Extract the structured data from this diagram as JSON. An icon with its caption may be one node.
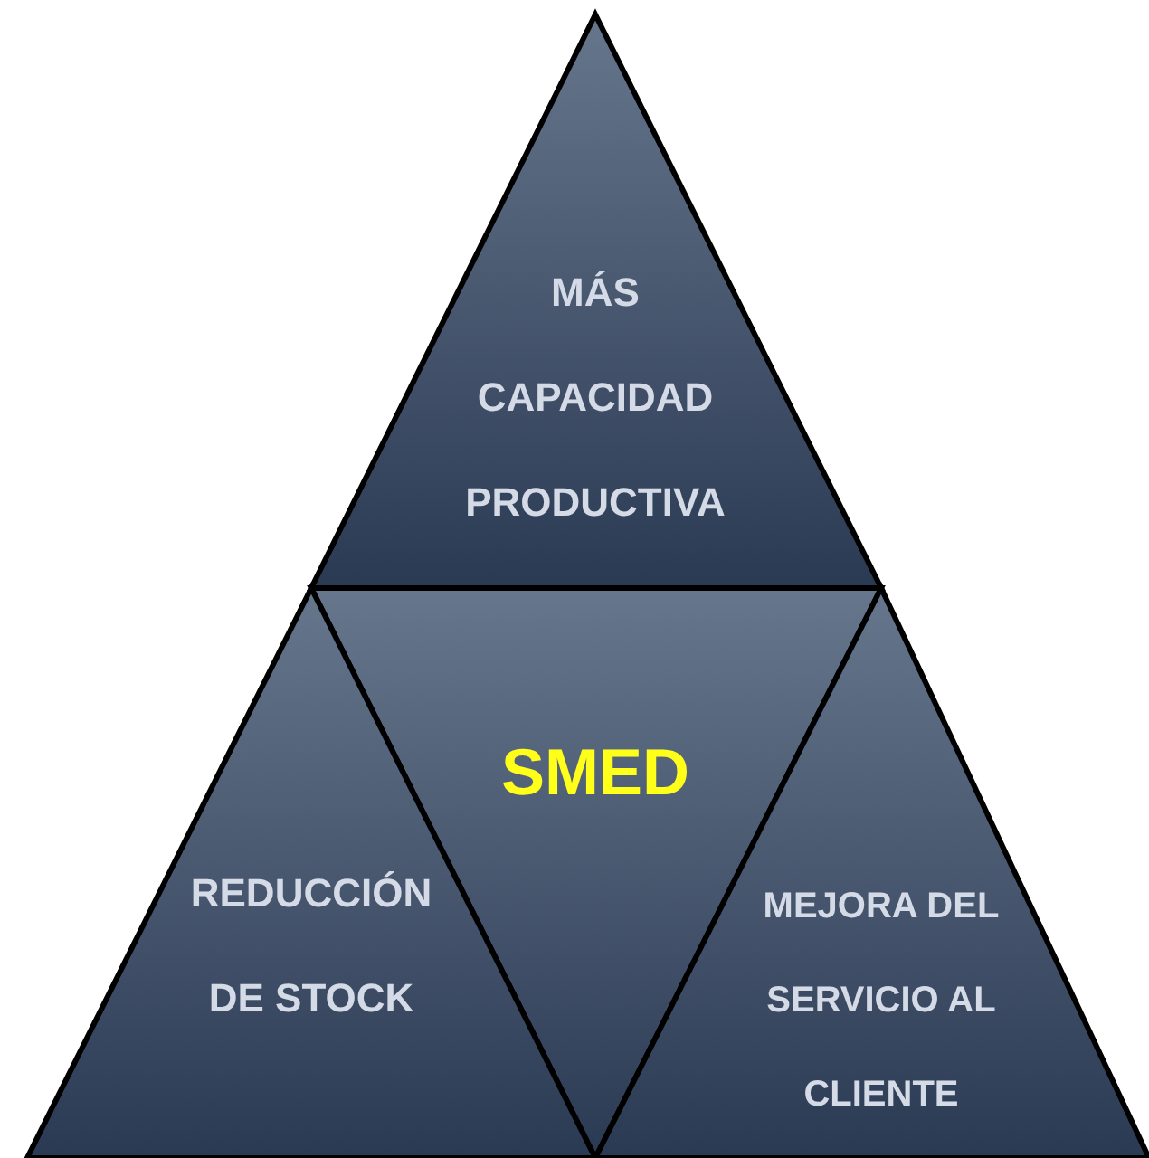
{
  "diagram": {
    "nodes": [
      {
        "text": [
          "MÁS CAPACIDAD PRODUCTIVA"
        ]
      },
      {
        "text": [
          "SMED"
        ]
      },
      {
        "text": [
          "REDUCCIÓN DE STOCK"
        ]
      },
      {
        "text": [
          "MEJORA DEL SERVICIO AL CLIENTE"
        ]
      }
    ]
  }
}
